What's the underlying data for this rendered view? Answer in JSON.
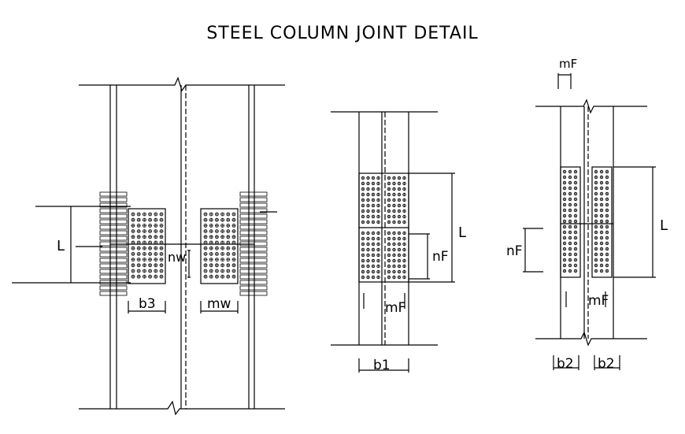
{
  "title": "STEEL COLUMN JOINT DETAIL",
  "labels": {
    "L": "L",
    "b3": "b3",
    "mw": "mw",
    "nw": "nw",
    "b1": "b1",
    "nF": "nF",
    "mF": "mF",
    "b2": "b2"
  },
  "colors": {
    "line": "#000000",
    "background": "#ffffff"
  }
}
